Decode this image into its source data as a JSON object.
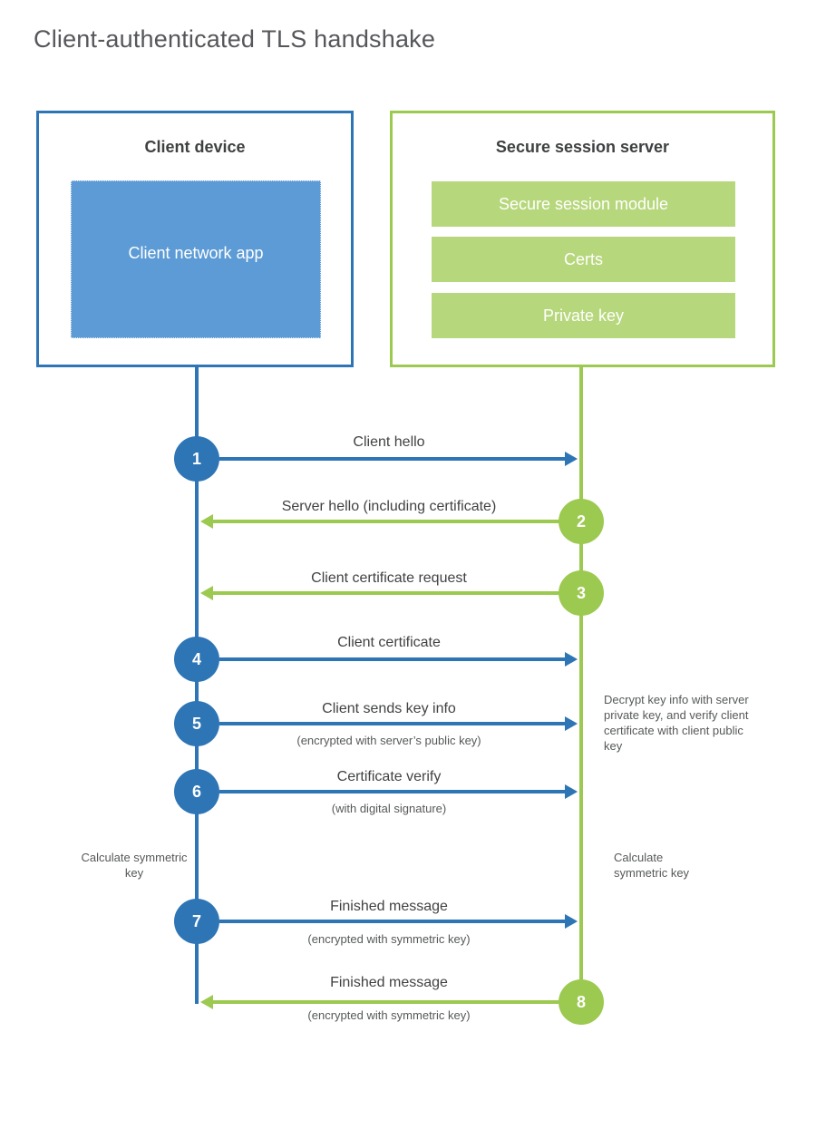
{
  "title": "Client-authenticated TLS handshake",
  "client": {
    "title": "Client device",
    "app_label": "Client network app"
  },
  "server": {
    "title": "Secure session server",
    "modules": [
      "Secure session module",
      "Certs",
      "Private key"
    ]
  },
  "messages": [
    {
      "num": "1",
      "from": "client",
      "label": "Client hello",
      "sub": ""
    },
    {
      "num": "2",
      "from": "server",
      "label": "Server hello (including certificate)",
      "sub": ""
    },
    {
      "num": "3",
      "from": "server",
      "label": "Client certificate request",
      "sub": ""
    },
    {
      "num": "4",
      "from": "client",
      "label": "Client certificate",
      "sub": ""
    },
    {
      "num": "5",
      "from": "client",
      "label": "Client sends key info",
      "sub": "(encrypted with server’s public key)"
    },
    {
      "num": "6",
      "from": "client",
      "label": "Certificate verify",
      "sub": "(with digital signature)"
    },
    {
      "num": "7",
      "from": "client",
      "label": "Finished message",
      "sub": "(encrypted with symmetric key)"
    },
    {
      "num": "8",
      "from": "server",
      "label": "Finished message",
      "sub": "(encrypted with symmetric key)"
    }
  ],
  "annotations": {
    "decrypt_note": "Decrypt key info with server private key, and verify client certificate with client public key",
    "client_calc_note": "Calculate symmetric key",
    "server_calc_note": "Calculate symmetric key"
  },
  "colors": {
    "blue": "#2e75b6",
    "blue_light": "#5c9bd5",
    "green": "#9cc94f",
    "green_light": "#b7d77c",
    "text_dark": "#3f4041",
    "text_gray": "#565859"
  }
}
